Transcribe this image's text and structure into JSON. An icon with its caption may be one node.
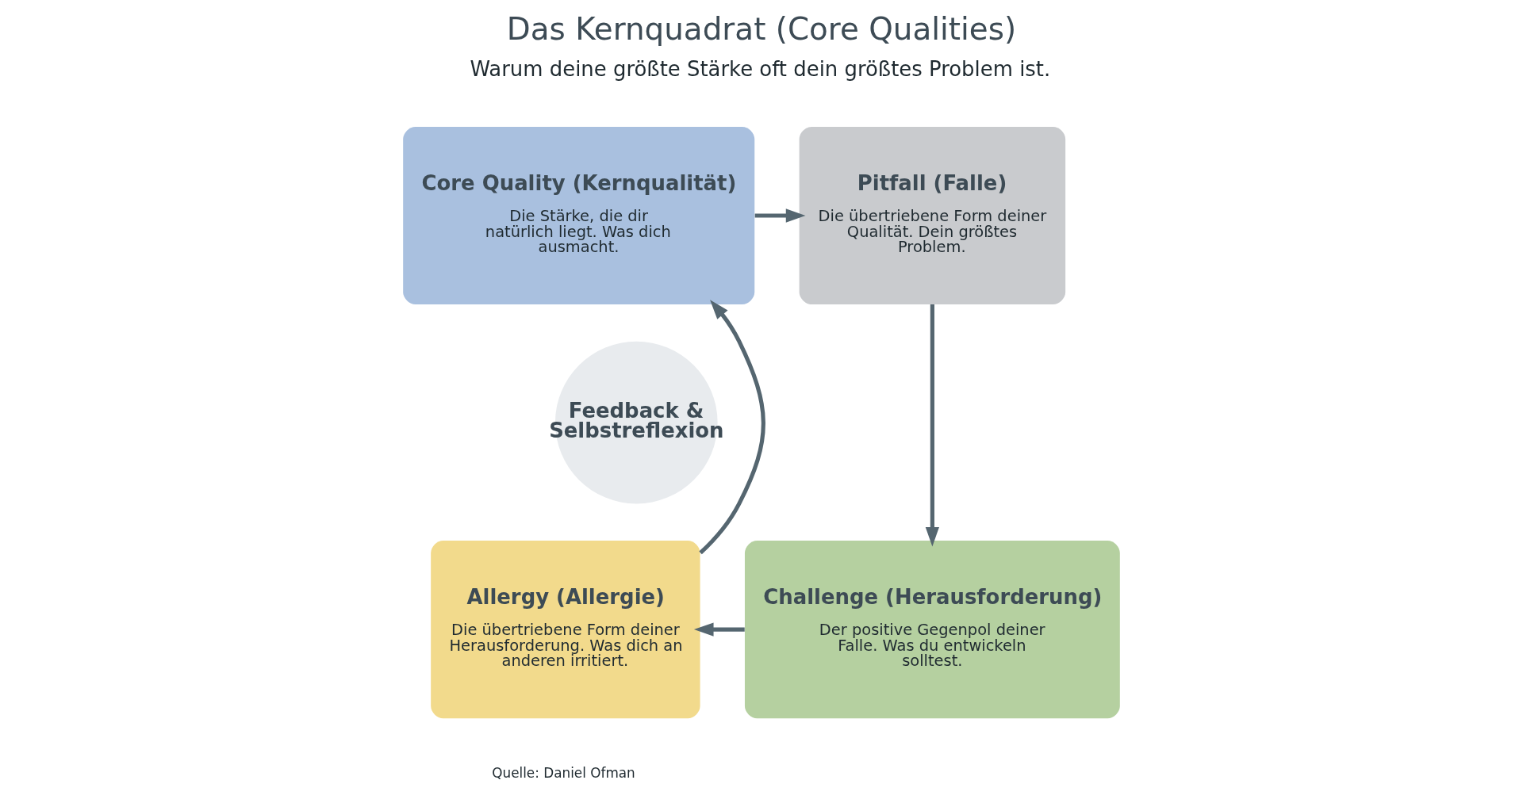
{
  "diagram": {
    "title": "Das Kernquadrat (Core Qualities)",
    "nodes": [
      {
        "text": [
          "Core Quality (Kernqualität)",
          "Die Stärke, die dir natürlich liegt. Was dich ausmacht."
        ]
      },
      {
        "text": [
          "Pitfall (Falle)",
          "Die übertriebene Form deiner Qualität. Dein größtes Problem."
        ]
      },
      {
        "text": [
          "Feedback & Selbstreflexion"
        ]
      },
      {
        "text": [
          "Allergy (Allergie)",
          "Die übertriebene Form deiner Herausforderung. Was dich an anderen irritiert."
        ]
      },
      {
        "text": [
          "Challenge (Herausforderung)",
          "Der positive Gegenpol deiner Falle. Was du entwickeln solltest."
        ]
      }
    ],
    "edges": [
      {
        "from": 0,
        "to": 1,
        "arrow": "to"
      },
      {
        "from": 1,
        "to": 4,
        "arrow": "to"
      },
      {
        "from": 4,
        "to": 3,
        "arrow": "to"
      },
      {
        "from": 3,
        "to": 0,
        "arrow": "to"
      }
    ],
    "labels": [
      "Warum deine größte Stärke oft dein größtes Problem ist.",
      "Quelle: Daniel Ofman"
    ]
  }
}
